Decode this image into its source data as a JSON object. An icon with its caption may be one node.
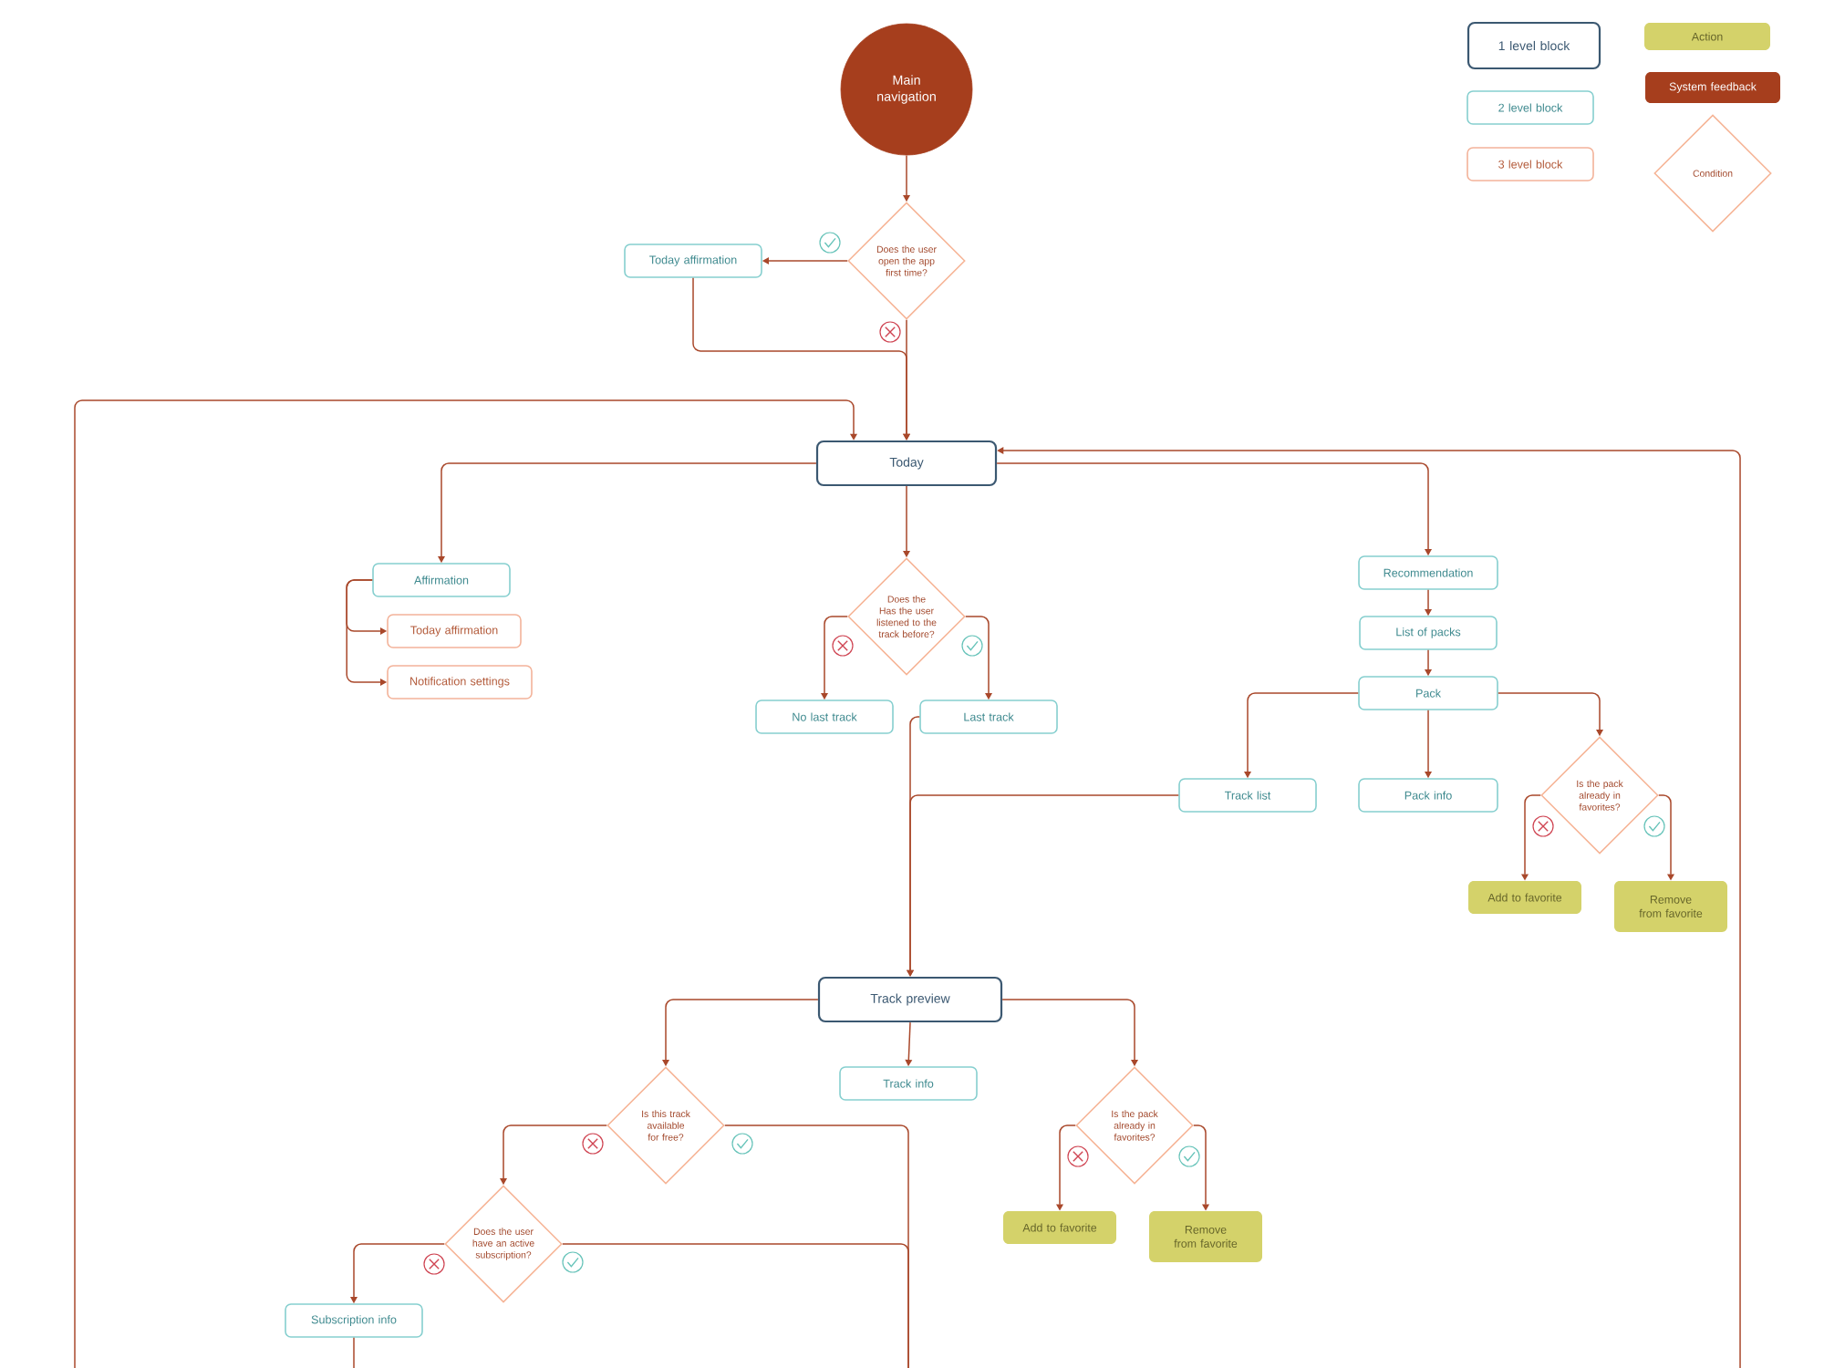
{
  "diagram": {
    "nodes": [
      {
        "text": [
          "Main navigation"
        ]
      },
      {
        "text": [
          "Does the user open the app first time?"
        ]
      },
      {
        "text": [
          "Today affirmation"
        ]
      },
      {
        "text": [
          "Today"
        ]
      },
      {
        "text": [
          "Affirmation"
        ]
      },
      {
        "text": [
          "Today affirmation"
        ]
      },
      {
        "text": [
          "Notification settings"
        ]
      },
      {
        "text": [
          "Does the Has the user listened to the track before?"
        ]
      },
      {
        "text": [
          "No last track"
        ]
      },
      {
        "text": [
          "Last track"
        ]
      },
      {
        "text": [
          "Recommendation"
        ]
      },
      {
        "text": [
          "List of packs"
        ]
      },
      {
        "text": [
          "Pack"
        ]
      },
      {
        "text": [
          "Track list"
        ]
      },
      {
        "text": [
          "Pack info"
        ]
      },
      {
        "text": [
          "Is the pack already in favorites?"
        ]
      },
      {
        "text": [
          "Add to favorite"
        ]
      },
      {
        "text": [
          "Remove from favorite"
        ]
      },
      {
        "text": [
          "Track preview"
        ]
      },
      {
        "text": [
          "Track info"
        ]
      },
      {
        "text": [
          "Is this track available for free?"
        ]
      },
      {
        "text": [
          "Is the pack already in favorites?"
        ]
      },
      {
        "text": [
          "Add to favorite"
        ]
      },
      {
        "text": [
          "Remove from favorite"
        ]
      },
      {
        "text": [
          "Does the user have an active subscription?"
        ]
      },
      {
        "text": [
          "Subscription info"
        ]
      }
    ],
    "edges": [
      {
        "from": 0,
        "to": 1,
        "arrow": "to"
      },
      {
        "from": 1,
        "to": 2,
        "arrow": "to"
      },
      {
        "from": 1,
        "to": 3,
        "arrow": "to"
      },
      {
        "from": 2,
        "to": 3,
        "arrow": "to"
      },
      {
        "from": null,
        "to": 3,
        "arrow": "to"
      },
      {
        "from": null,
        "to": 3,
        "arrow": "to"
      },
      {
        "from": 3,
        "to": 4,
        "arrow": "to"
      },
      {
        "from": 3,
        "to": 7,
        "arrow": "to"
      },
      {
        "from": 3,
        "to": 10,
        "arrow": "to"
      },
      {
        "from": 4,
        "to": 5,
        "arrow": "to"
      },
      {
        "from": 4,
        "to": 6,
        "arrow": "to"
      },
      {
        "from": 7,
        "to": 8,
        "arrow": "to"
      },
      {
        "from": 7,
        "to": 9,
        "arrow": "to"
      },
      {
        "from": 9,
        "to": 18,
        "arrow": "to"
      },
      {
        "from": 13,
        "to": 18,
        "arrow": "to"
      },
      {
        "from": 10,
        "to": 11,
        "arrow": "to"
      },
      {
        "from": 11,
        "to": 12,
        "arrow": "to"
      },
      {
        "from": 12,
        "to": 13,
        "arrow": "to"
      },
      {
        "from": 12,
        "to": 14,
        "arrow": "to"
      },
      {
        "from": 12,
        "to": 15,
        "arrow": "to"
      },
      {
        "from": 15,
        "to": 16,
        "arrow": "to"
      },
      {
        "from": 15,
        "to": 17,
        "arrow": "to"
      },
      {
        "from": 18,
        "to": 20,
        "arrow": "to"
      },
      {
        "from": 18,
        "to": 19,
        "arrow": "to"
      },
      {
        "from": 18,
        "to": 21,
        "arrow": "to"
      },
      {
        "from": 20,
        "to": 24,
        "arrow": "to"
      },
      {
        "from": 20,
        "to": null,
        "arrow": "none"
      },
      {
        "from": 21,
        "to": 22,
        "arrow": "to"
      },
      {
        "from": 21,
        "to": 23,
        "arrow": "to"
      },
      {
        "from": 24,
        "to": 25,
        "arrow": "to"
      },
      {
        "from": 24,
        "to": null,
        "arrow": "none"
      },
      {
        "from": 25,
        "to": null,
        "arrow": "none"
      }
    ],
    "legend": [
      {
        "text": "1 level block"
      },
      {
        "text": "Action",
        "color": "#d4d26a"
      },
      {
        "text": "2 level block"
      },
      {
        "text": "System feedback",
        "color": "#a63e1d"
      },
      {
        "text": "3 level block"
      },
      {
        "text": "Condition"
      }
    ]
  }
}
